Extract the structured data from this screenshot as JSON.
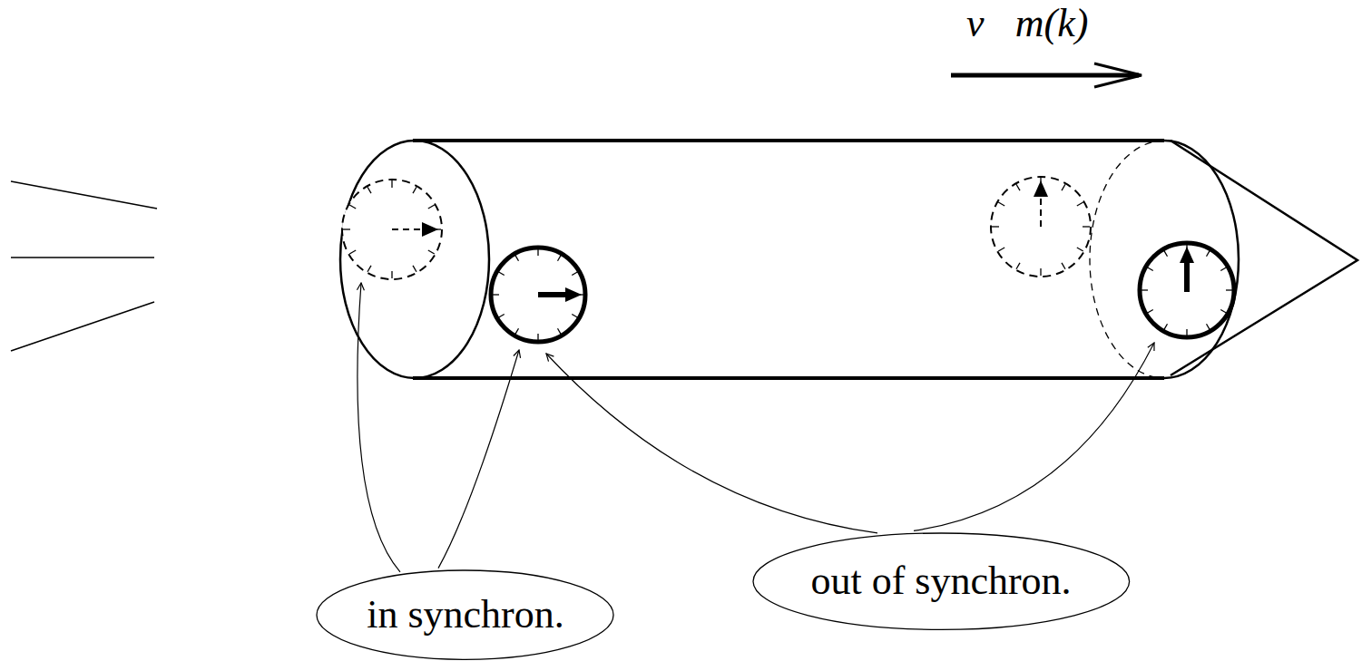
{
  "diagram": {
    "nodes": [
      {
        "text": [
          "in synchron."
        ]
      },
      {
        "text": [
          "out of synchron."
        ]
      }
    ],
    "labels": [
      "v⃗m(k)"
    ]
  }
}
